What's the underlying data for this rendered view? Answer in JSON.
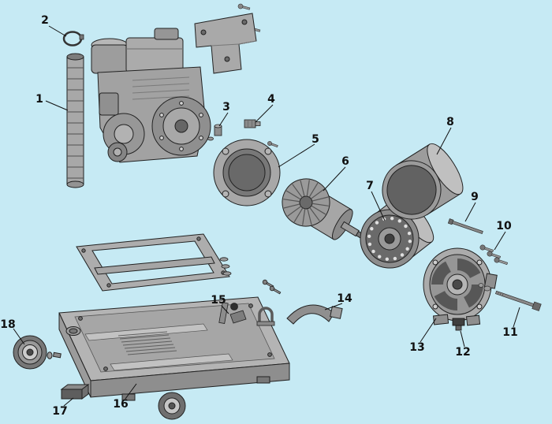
{
  "page": {
    "background": "#c6eaf4"
  },
  "diagram": {
    "callouts": [
      {
        "label": "1"
      },
      {
        "label": "2"
      },
      {
        "label": "3"
      },
      {
        "label": "4"
      },
      {
        "label": "5"
      },
      {
        "label": "6"
      },
      {
        "label": "7"
      },
      {
        "label": "8"
      },
      {
        "label": "9"
      },
      {
        "label": "10"
      },
      {
        "label": "11"
      },
      {
        "label": "12"
      },
      {
        "label": "13"
      },
      {
        "label": "14"
      },
      {
        "label": "15"
      },
      {
        "label": "16"
      },
      {
        "label": "17"
      },
      {
        "label": "18"
      }
    ]
  }
}
